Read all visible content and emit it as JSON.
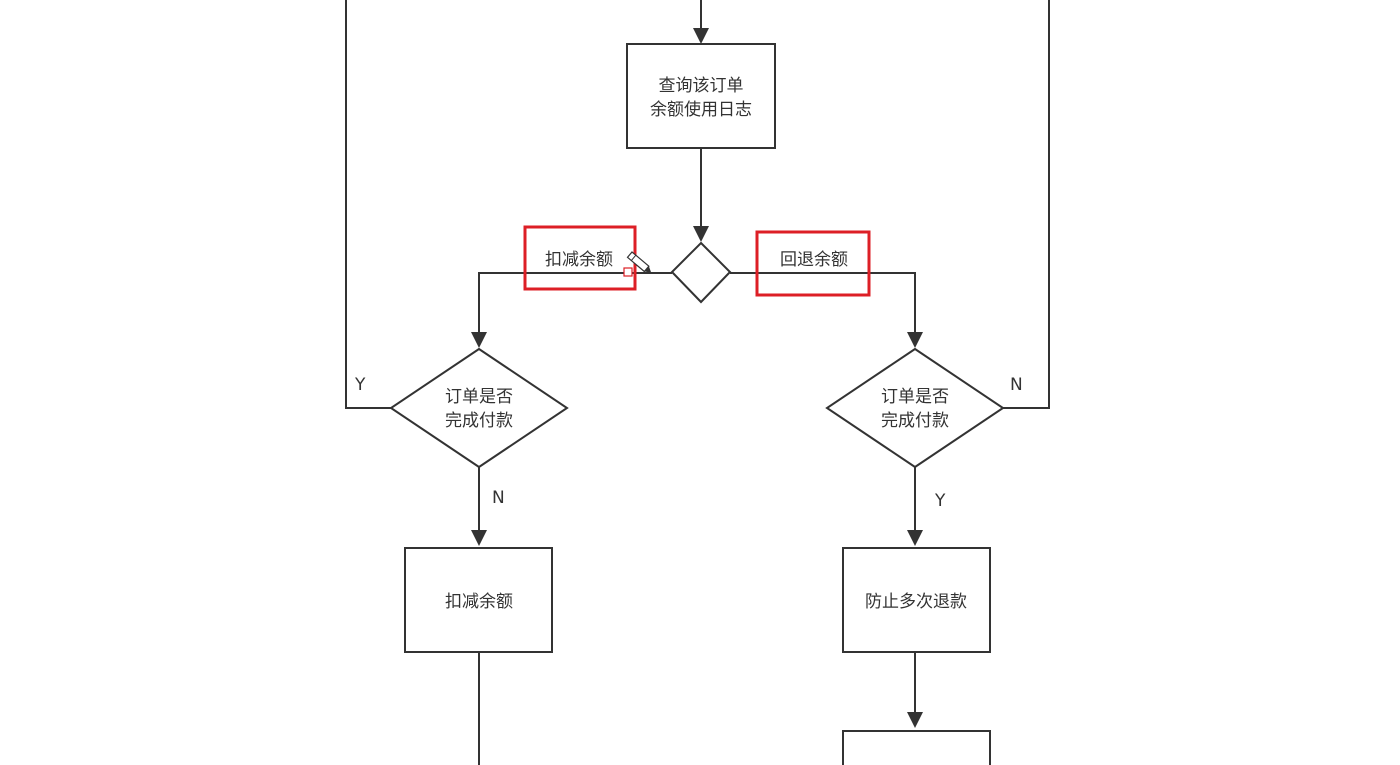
{
  "nodes": {
    "query_log": {
      "line1": "查询该订单",
      "line2": "余额使用日志"
    },
    "branch_decision": {},
    "left_decision": {
      "line1": "订单是否",
      "line2": "完成付款"
    },
    "right_decision": {
      "line1": "订单是否",
      "line2": "完成付款"
    },
    "deduct_balance": {
      "label": "扣减余额"
    },
    "prevent_refund": {
      "label": "防止多次退款"
    },
    "next_step": {
      "label": ""
    }
  },
  "edge_labels": {
    "deduct_branch": "扣减余额",
    "refund_branch": "回退余额",
    "left_yes": "Y",
    "left_no": "N",
    "right_no": "N",
    "right_yes": "Y"
  },
  "colors": {
    "stroke": "#333333",
    "highlight": "#dd1f26"
  }
}
